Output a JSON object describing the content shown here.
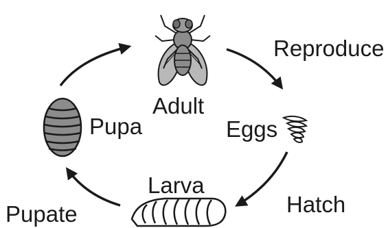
{
  "diagram": {
    "stages": {
      "adult": "Adult",
      "eggs": "Eggs",
      "larva": "Larva",
      "pupa": "Pupa"
    },
    "transitions": {
      "reproduce": "Reproduce",
      "hatch": "Hatch",
      "pupate": "Pupate"
    },
    "icons": {
      "adult": "fly-icon",
      "eggs": "eggs-icon",
      "larva": "larva-icon",
      "pupa": "pupa-icon"
    },
    "colors": {
      "ink": "#1a1a1a",
      "body_gray": "#8c8c8c",
      "wing_gray": "#b8b8b8",
      "head_gray": "#9a9a9a"
    }
  }
}
